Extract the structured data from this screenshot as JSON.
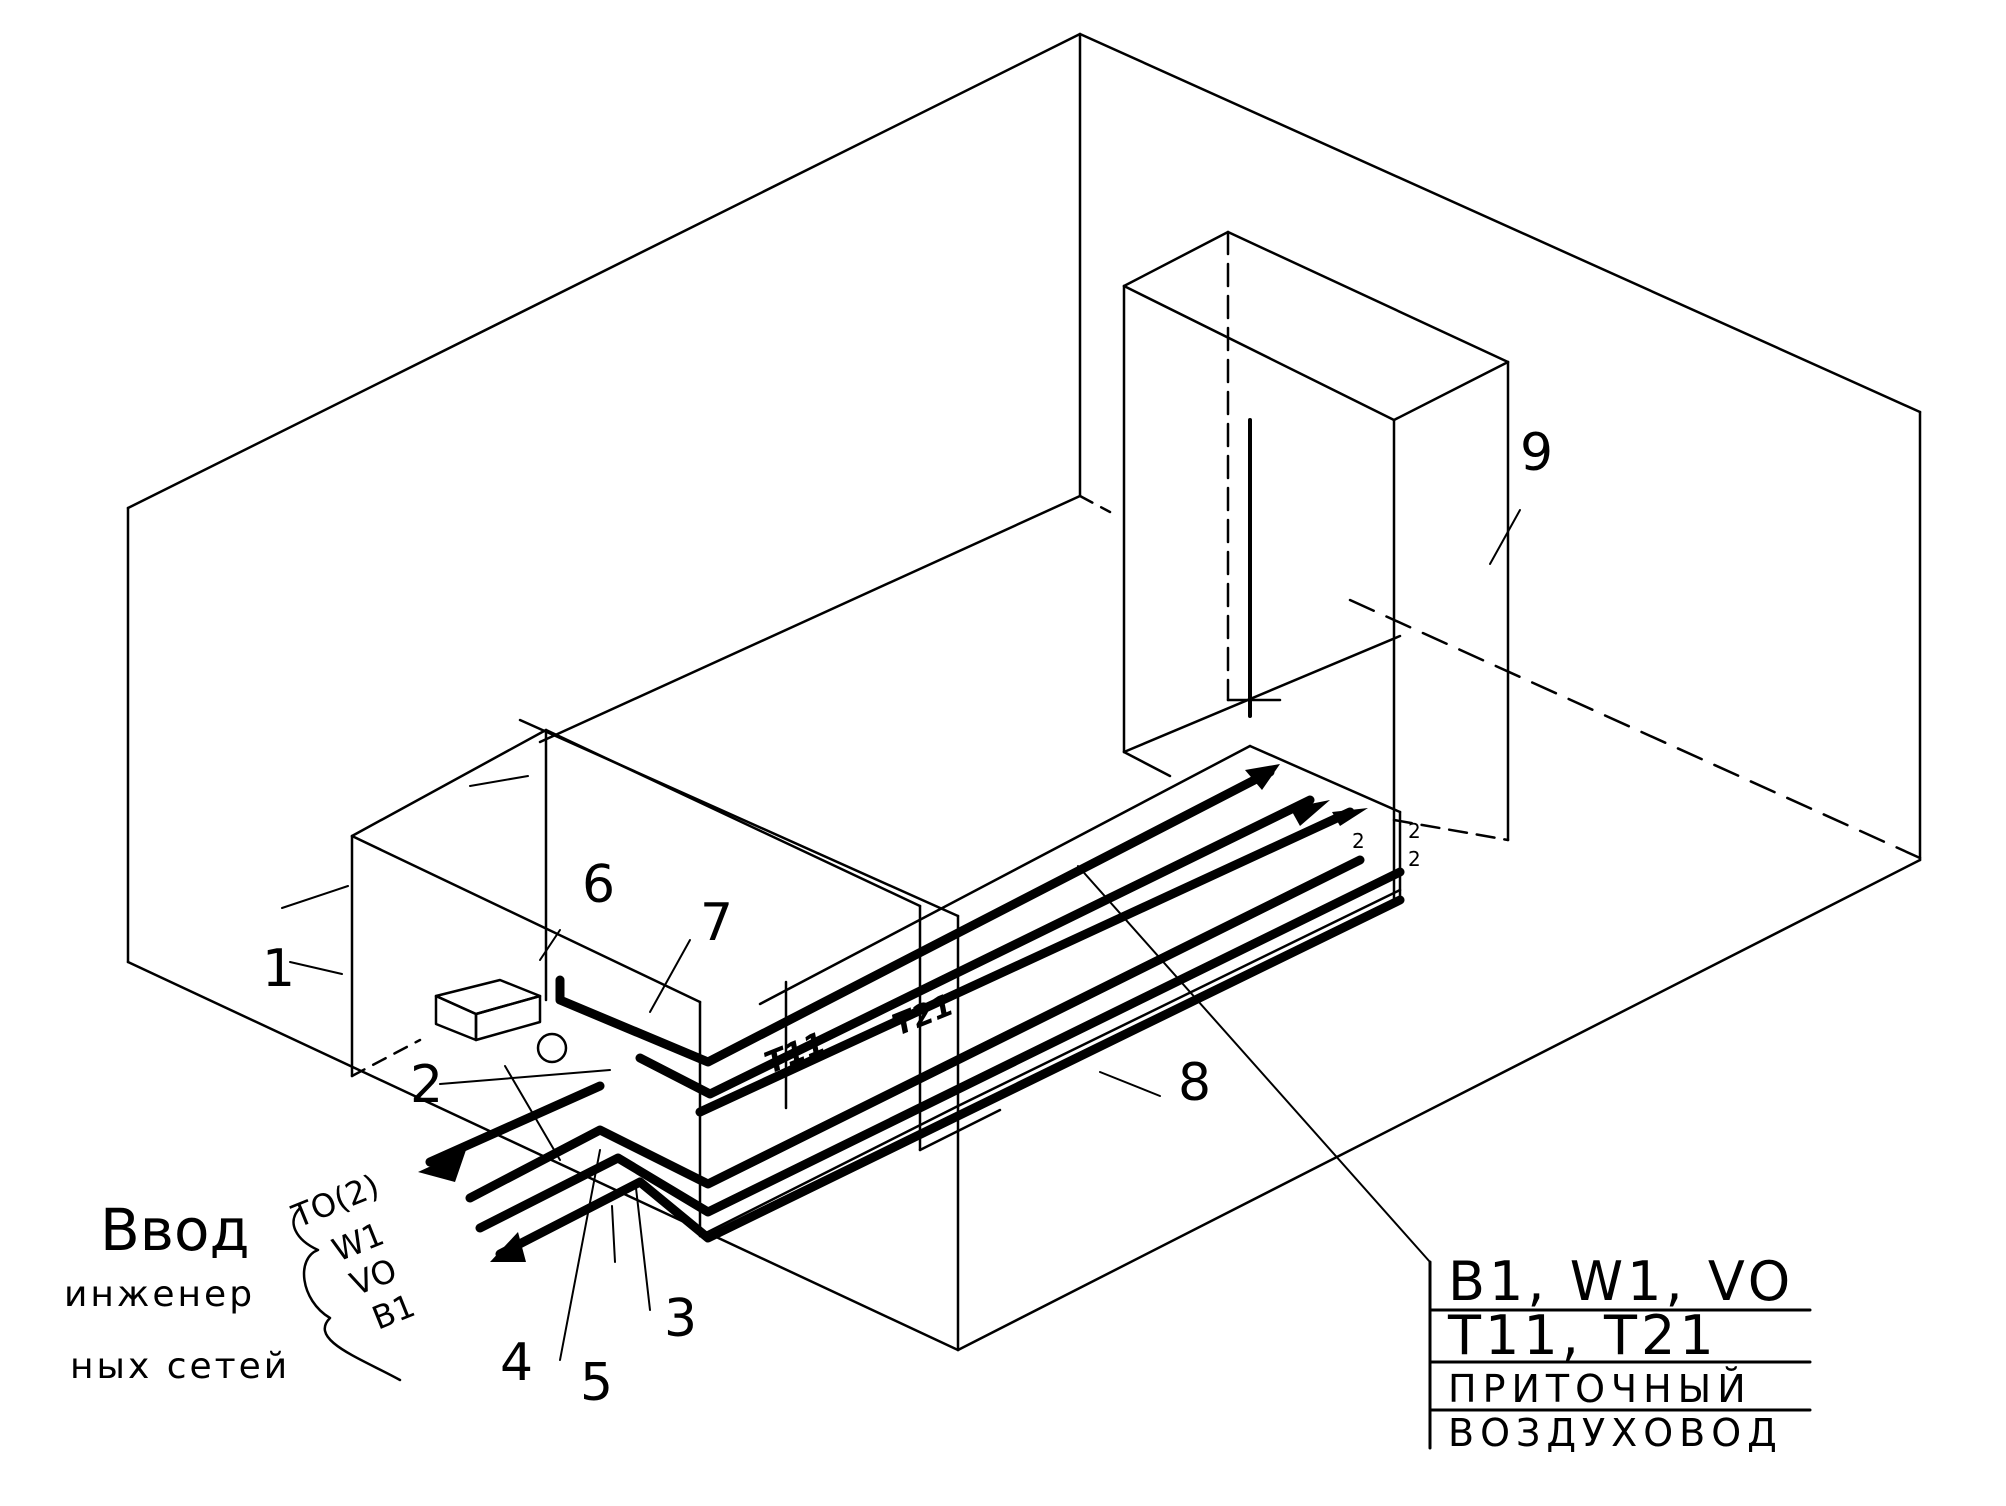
{
  "labels": {
    "n1": "1",
    "n2": "2",
    "n3": "3",
    "n4": "4",
    "n5": "5",
    "n6": "6",
    "n7": "7",
    "n8": "8",
    "n9": "9"
  },
  "entry": {
    "title": "Ввод",
    "line2": "инженер",
    "line3": "ных сетей",
    "codes": [
      "ТО(2)",
      "W1",
      "VO",
      "B1"
    ]
  },
  "pipes": {
    "t11": "T11",
    "t21": "T21",
    "mark_a": "2",
    "mark_b": "2",
    "mark_c": "2"
  },
  "legend": {
    "row1": "B1, W1, VO",
    "row2": "T11, T21",
    "row3": "ПРИТОЧНЫЙ",
    "row4": "ВОЗДУХОВОД"
  }
}
